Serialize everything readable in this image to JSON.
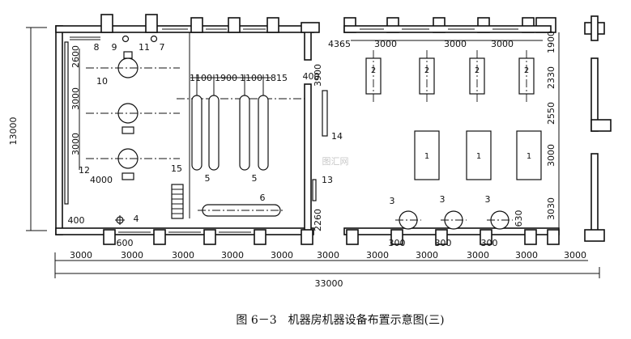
{
  "figure": {
    "caption": "图 6－3　机器房机器设备布置示意图(三)",
    "watermark": "图汇网"
  },
  "dimensions": {
    "overall_width": "33000",
    "overall_height": "13000",
    "bottom_spans": [
      "3000",
      "3000",
      "3000",
      "3000",
      "3000",
      "3000",
      "3000",
      "3000",
      "3000",
      "3000",
      "3000"
    ],
    "left_room_vertical": [
      "2600",
      "3000",
      "3000"
    ],
    "left_room_misc": [
      "4000",
      "400",
      "600"
    ],
    "tank_spacing": [
      "1100",
      "1900",
      "1100",
      "1815"
    ],
    "wall_offset_400": "400",
    "corridor_left": "3900",
    "corridor_lower": "2260",
    "top_left_offset": "4365",
    "right_top_spans": [
      "3000",
      "3000",
      "3000"
    ],
    "right_vertical": [
      "1900",
      "2330",
      "2550",
      "3000",
      "3030"
    ],
    "small_offsets": [
      "300",
      "300",
      "300"
    ],
    "diameter": "630"
  },
  "labels": {
    "n1": "1",
    "n2": "2",
    "n3": "3",
    "n4": "4",
    "n5": "5",
    "n6": "6",
    "n7": "7",
    "n8": "8",
    "n9": "9",
    "n10": "10",
    "n11": "11",
    "n12": "12",
    "n13": "13",
    "n14": "14",
    "n15": "15"
  }
}
